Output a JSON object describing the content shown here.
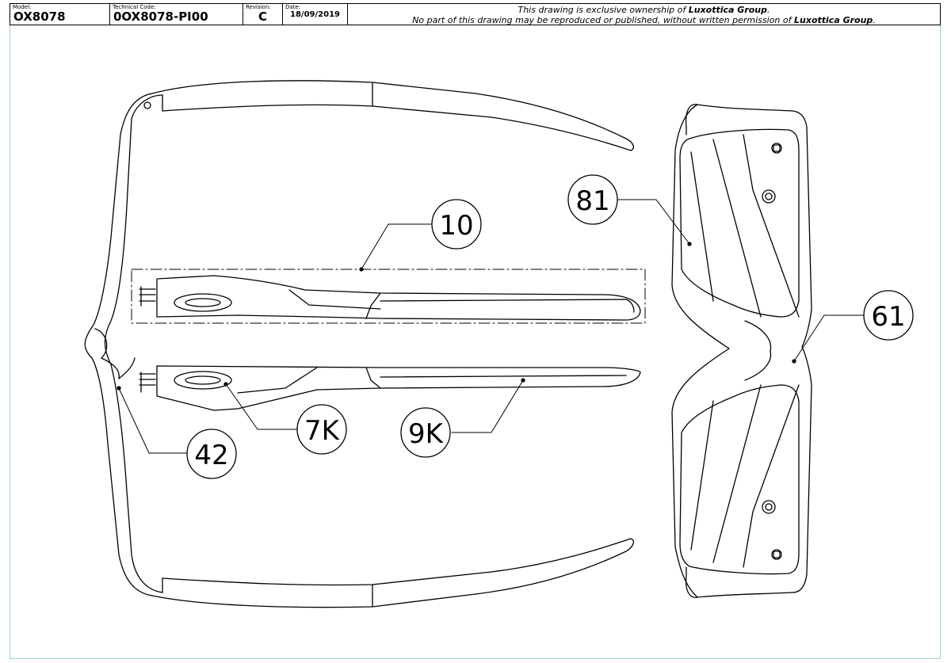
{
  "title_block": {
    "model_caption": "Model:",
    "model": "OX8078",
    "technical_code_caption": "Technical Code:",
    "technical_code": "0OX8078-PI00",
    "revision_caption": "Revision:",
    "revision": "C",
    "date_caption": "Date:",
    "date": "18/09/2019",
    "notice_line1_pre": "This drawing is exclusive ownership of ",
    "notice_line1_company": "Luxottica Group",
    "notice_line1_post": ".",
    "notice_line2_pre": "No part of this drawing may be reproduced or published, without written permission of ",
    "notice_line2_company": "Luxottica Group",
    "notice_line2_post": "."
  },
  "callouts": {
    "temple_assembly": "10",
    "front_piece": "42",
    "temple_logo": "7K",
    "temple_tip": "9K",
    "lens": "81",
    "frame_front": "61"
  }
}
